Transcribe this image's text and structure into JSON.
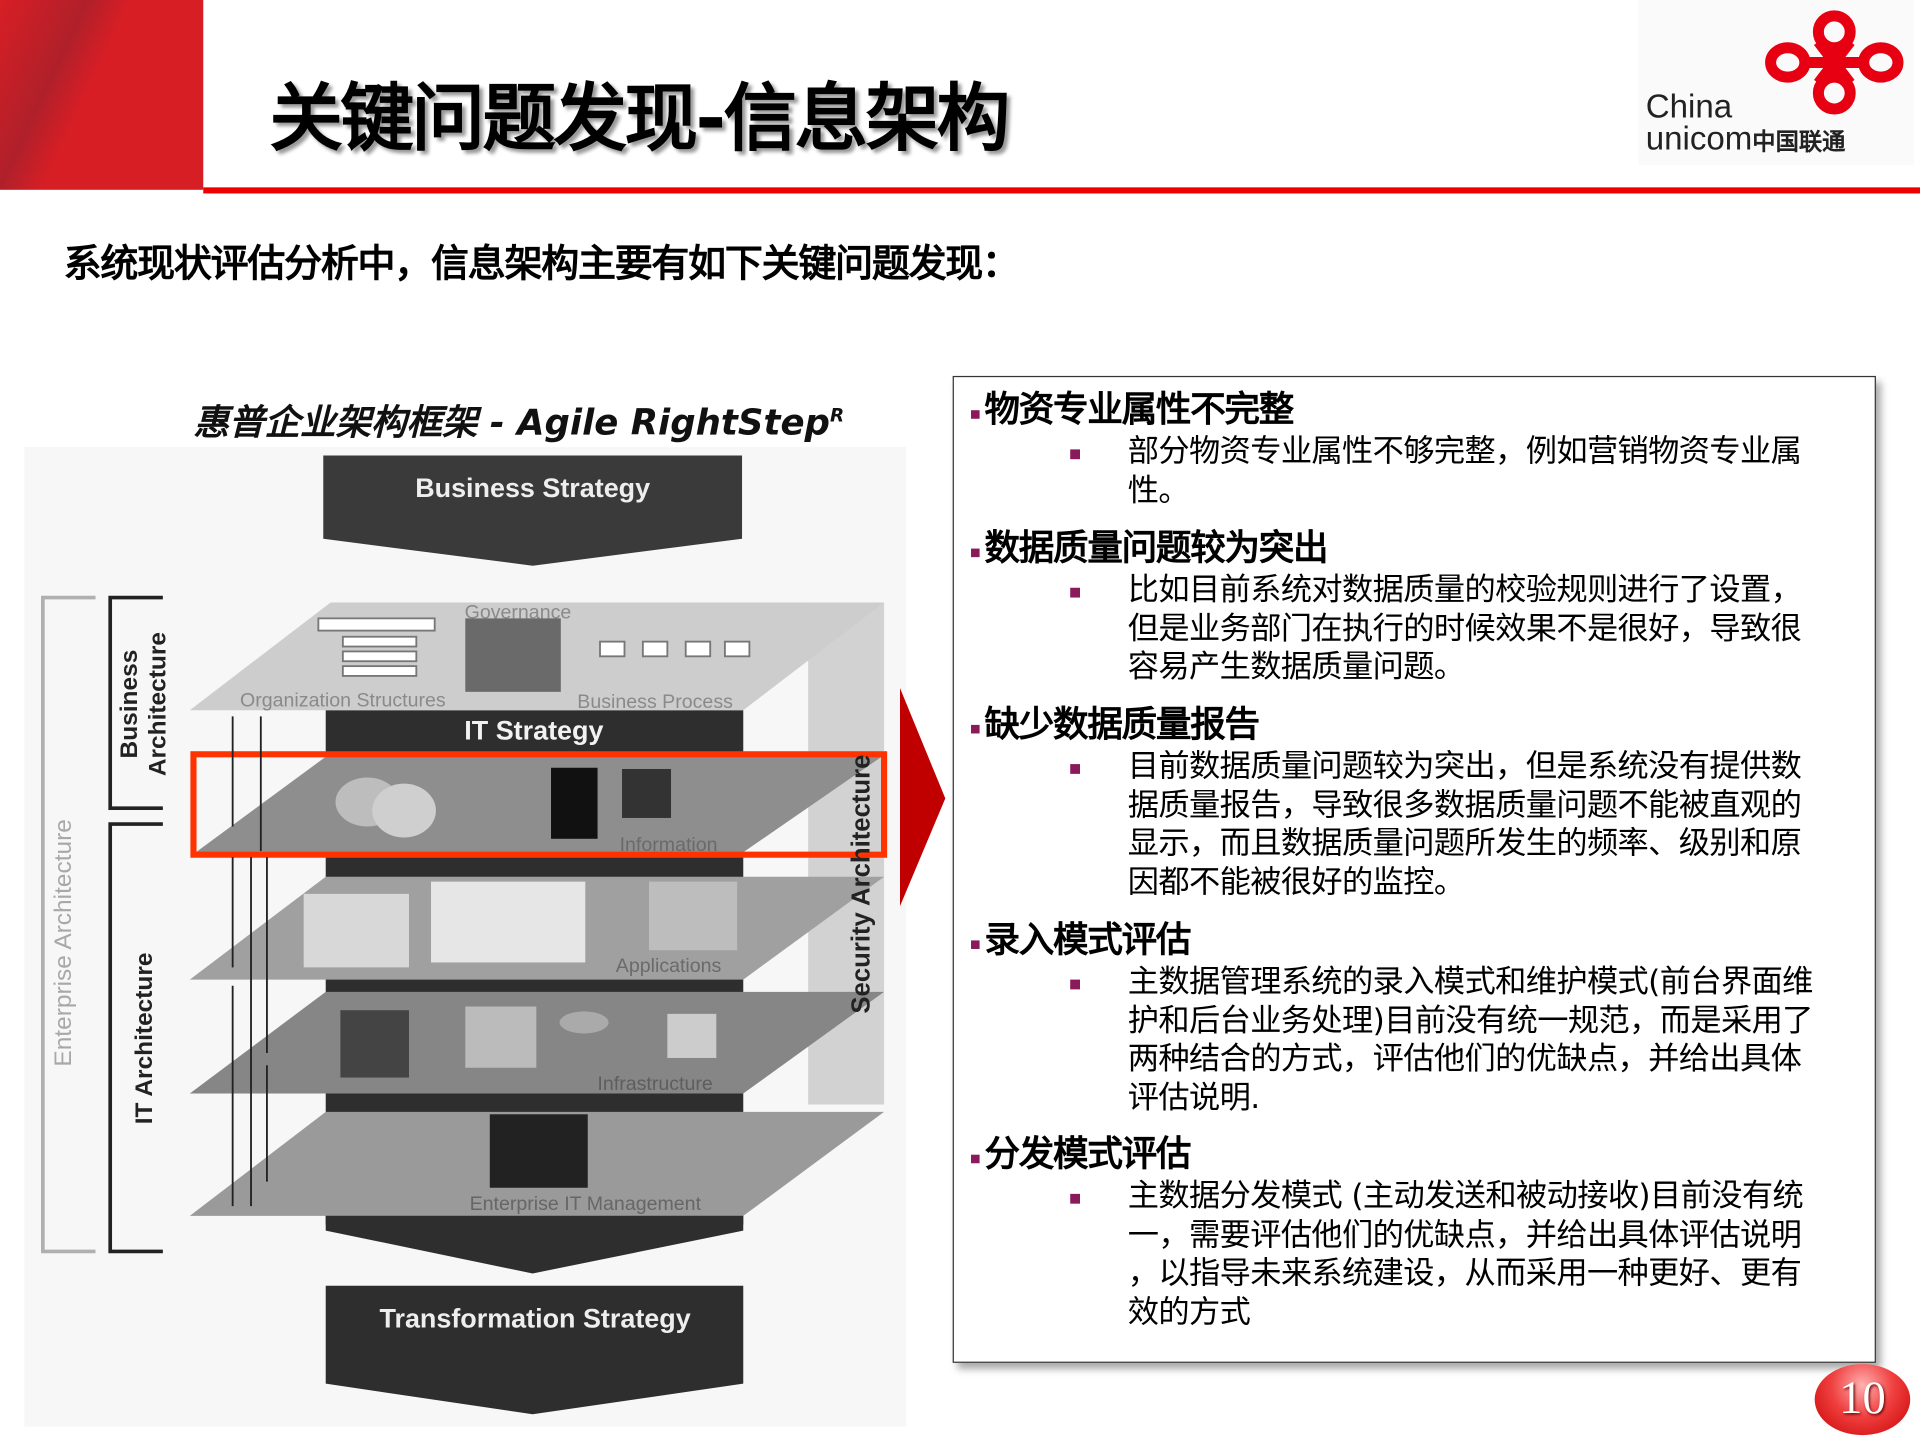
{
  "header": {
    "title": "关键问题发现-信息架构",
    "logo": {
      "line1": "China",
      "line2": "unicom",
      "cn": "中国联通"
    }
  },
  "subtitle": "系统现状评估分析中，信息架构主要有如下关键问题发现：",
  "diagram": {
    "title": "惠普企业架构框架 - Agile RightStep",
    "title_sup": "R",
    "business_strategy": "Business Strategy",
    "it_strategy": "IT Strategy",
    "transformation_strategy": "Transformation Strategy",
    "governance": "Governance",
    "organization_structures": "Organization Structures",
    "business_process": "Business Process",
    "information": "Information",
    "applications": "Applications",
    "infrastructure": "Infrastructure",
    "enterprise_it_management": "Enterprise IT Management",
    "security_architecture": "Security Architecture",
    "enterprise_architecture": "Enterprise Architecture",
    "business_architecture_1": "Business",
    "business_architecture_2": "Architecture",
    "it_architecture": "IT Architecture",
    "highlight_color": "#ff3300"
  },
  "findings": [
    {
      "heading": "物资专业属性不完整",
      "lines": [
        "部分物资专业属性不够完整，例如营销物资专业属",
        "性。"
      ]
    },
    {
      "heading": "数据质量问题较为突出",
      "lines": [
        "比如目前系统对数据质量的校验规则进行了设置，",
        "但是业务部门在执行的时候效果不是很好，导致很",
        "容易产生数据质量问题。"
      ]
    },
    {
      "heading": "缺少数据质量报告",
      "lines": [
        "目前数据质量问题较为突出，但是系统没有提供数",
        "据质量报告，导致很多数据质量问题不能被直观的",
        "显示，而且数据质量问题所发生的频率、级别和原",
        "因都不能被很好的监控。"
      ]
    },
    {
      "heading": "录入模式评估",
      "lines": [
        "主数据管理系统的录入模式和维护模式(前台界面维",
        "护和后台业务处理)目前没有统一规范，而是采用了",
        "两种结合的方式，评估他们的优缺点，并给出具体",
        "评估说明."
      ]
    },
    {
      "heading": "分发模式评估",
      "lines": [
        "主数据分发模式 (主动发送和被动接收)目前没有统",
        "一，需要评估他们的优缺点，并给出具体评估说明",
        "，以指导未来系统建设，从而采用一种更好、更有",
        "效的方式"
      ]
    }
  ],
  "page_number": "10",
  "colors": {
    "brand_red": "#d81e25",
    "bullet": "#8b1a5c",
    "arrow_red": "#c00000"
  }
}
